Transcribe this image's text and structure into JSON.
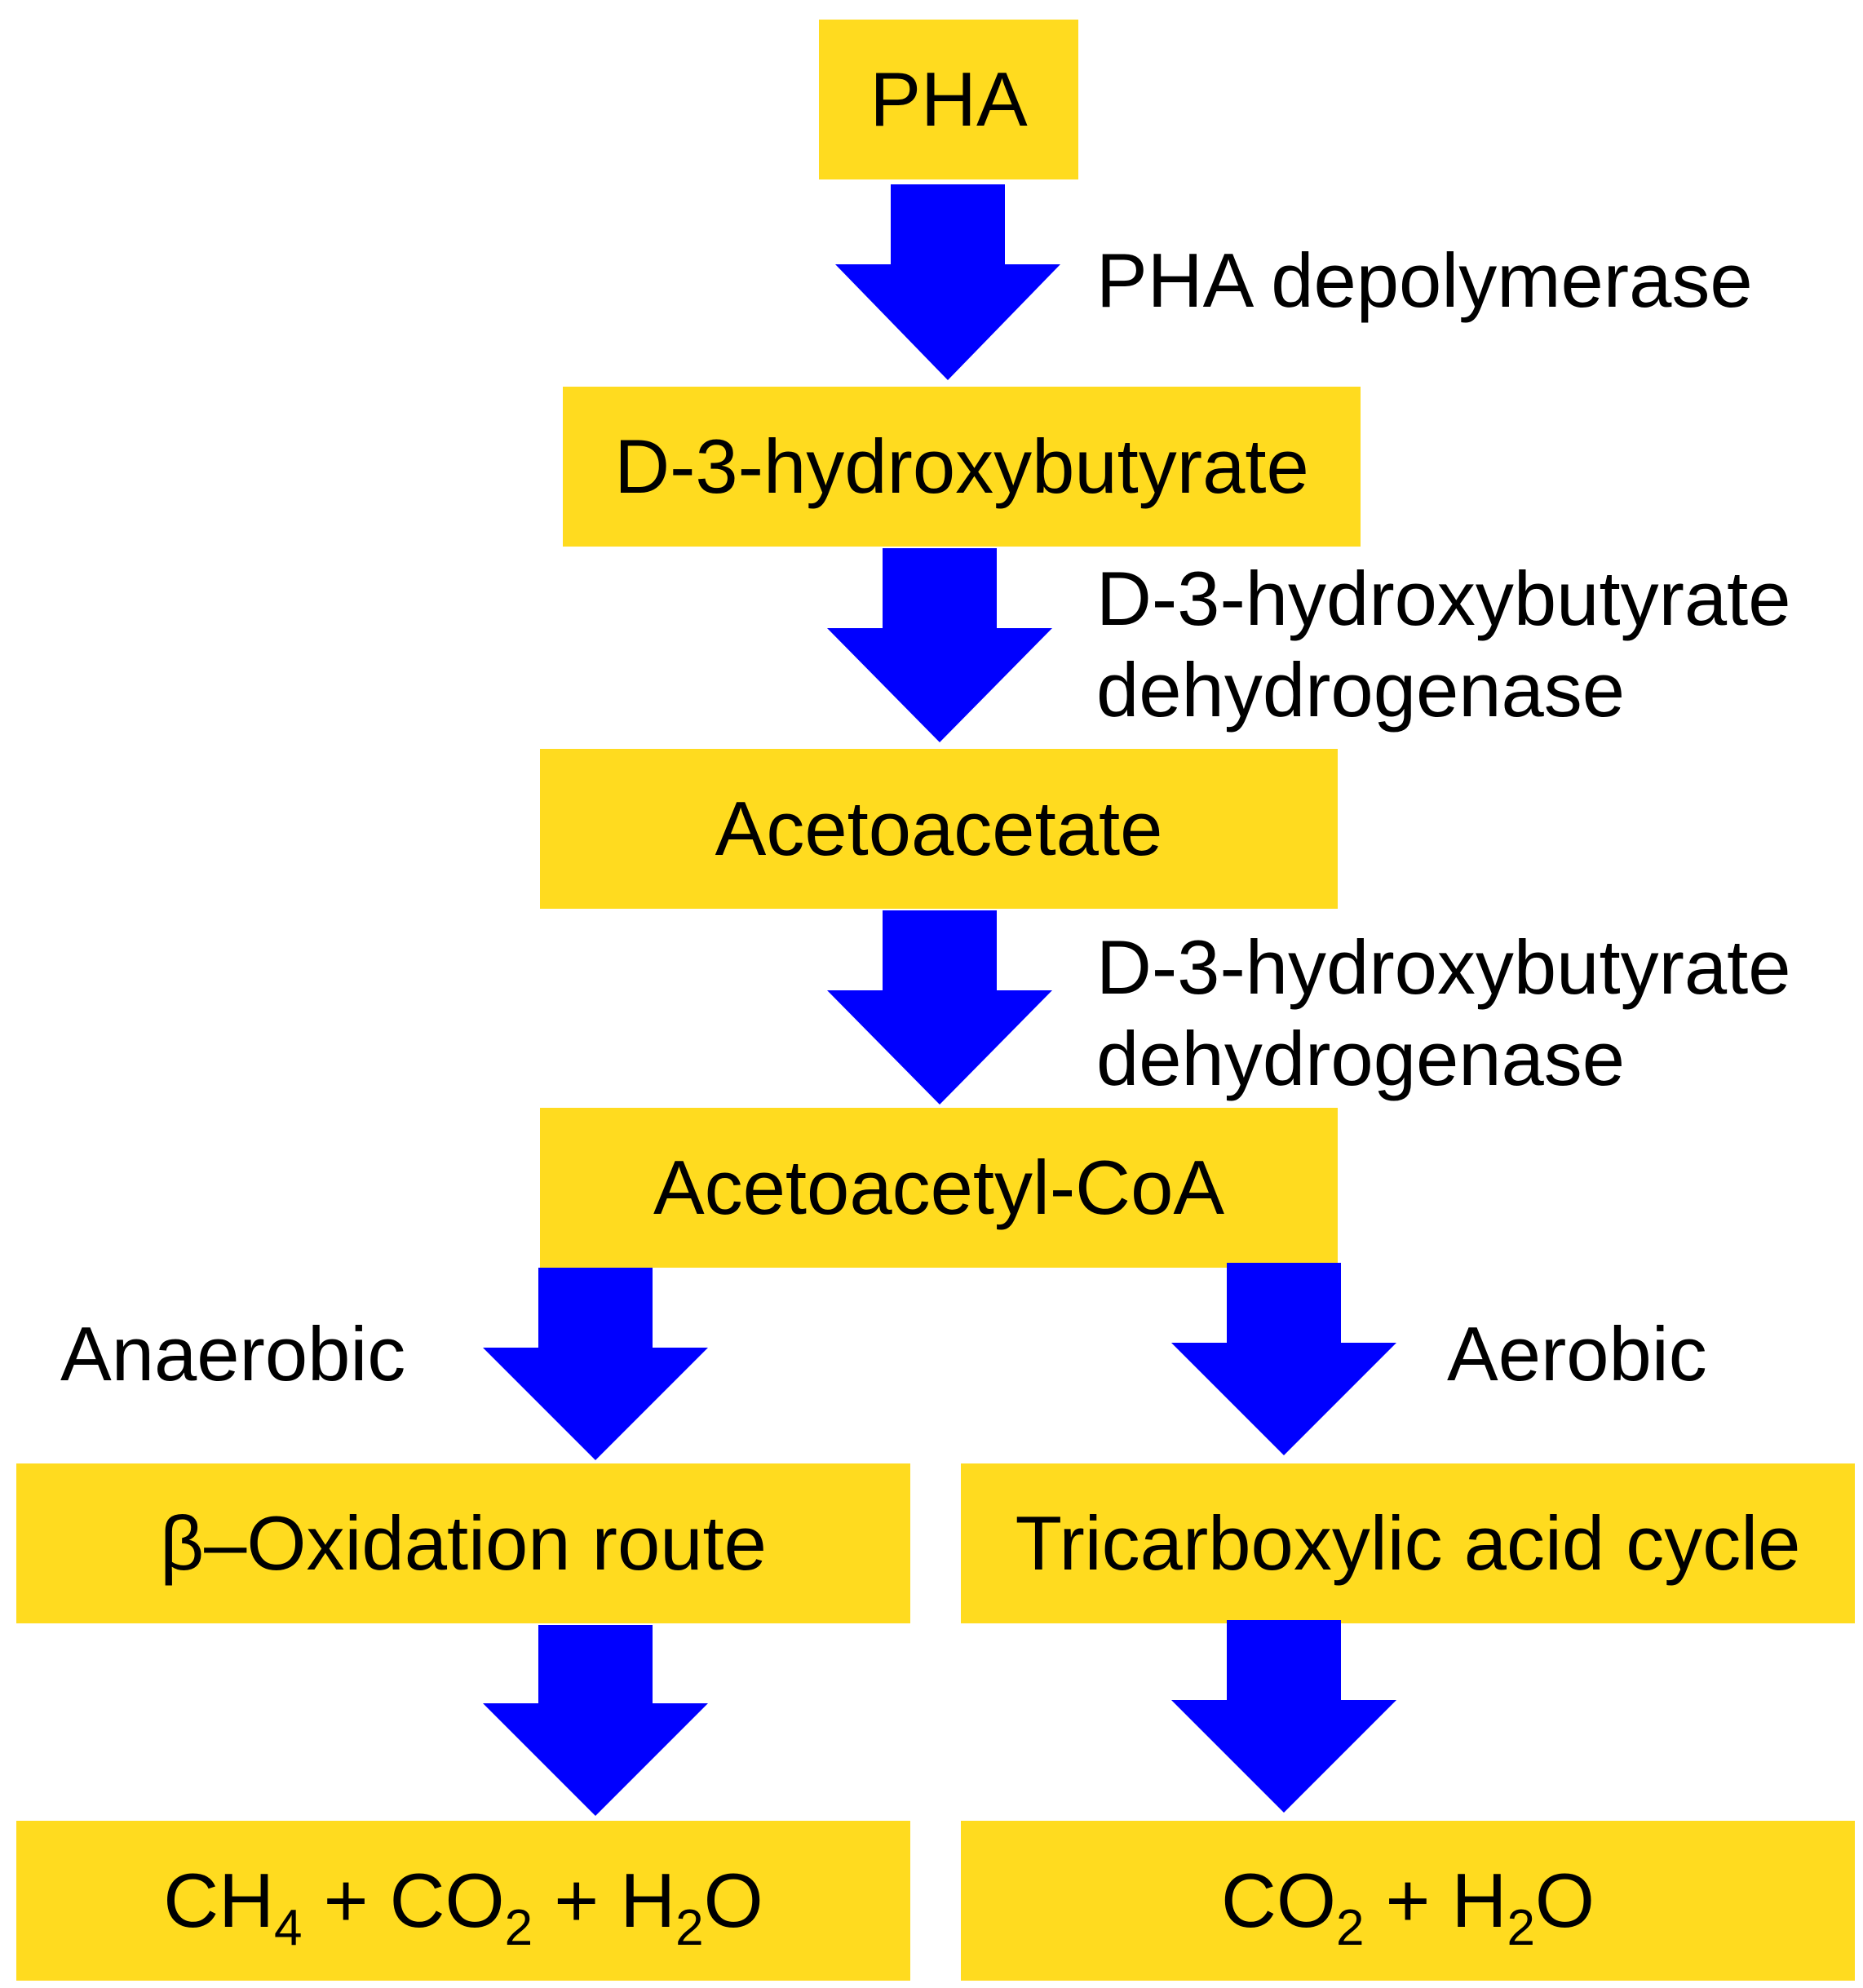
{
  "colors": {
    "box_fill": "#FFDB1F",
    "arrow_fill": "#0000FF",
    "text": "#000000"
  },
  "nodes": {
    "pha": "PHA",
    "hydroxybutyrate": "D-3-hydroxybutyrate",
    "acetoacetate": "Acetoacetate",
    "acetoacetyl_coa": "Acetoacetyl-CoA",
    "beta_oxidation": "β–Oxidation route",
    "tca": "Tricarboxylic acid cycle",
    "anaerobic_products": {
      "ch": "CH",
      "ch_sub": "4",
      "plus1": " + CO",
      "co_sub": "2",
      "plus2": " + H",
      "h_sub": "2",
      "o": "O"
    },
    "aerobic_products": {
      "co": "CO",
      "co_sub": "2",
      "plus": " + H",
      "h_sub": "2",
      "o": "O"
    }
  },
  "edges": {
    "pha_depolymerase": "PHA depolymerase",
    "dehydrogenase_1_line1": "D-3-hydroxybutyrate",
    "dehydrogenase_1_line2": "dehydrogenase",
    "dehydrogenase_2_line1": "D-3-hydroxybutyrate",
    "dehydrogenase_2_line2": "dehydrogenase",
    "anaerobic": "Anaerobic",
    "aerobic": "Aerobic"
  }
}
